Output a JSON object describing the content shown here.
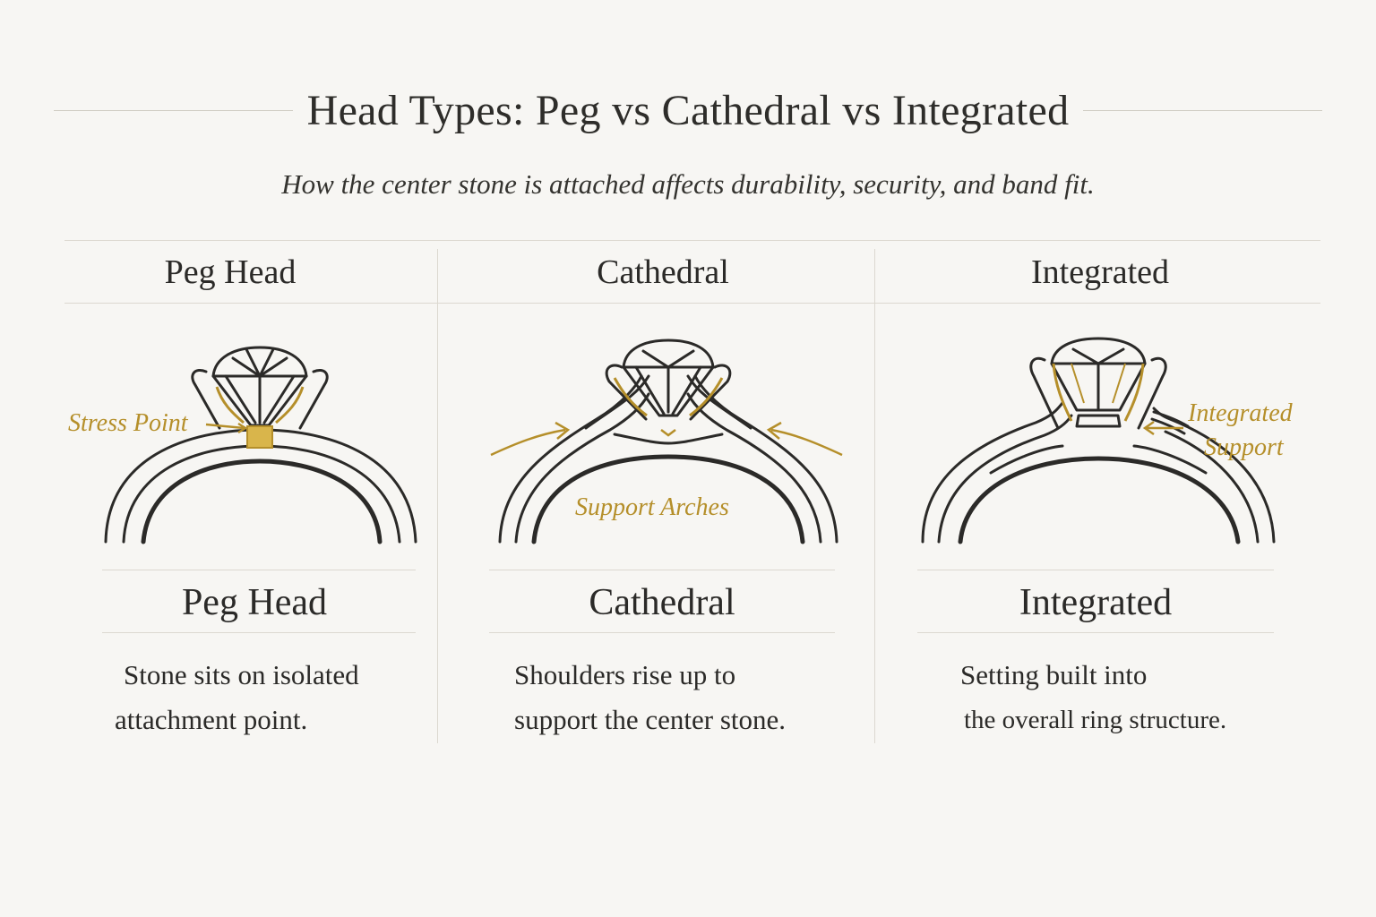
{
  "title": "Head Types: Peg vs Cathedral vs Integrated",
  "subtitle": "How the center stone is attached affects durability, security, and band fit.",
  "colors": {
    "gold": "#b58f2a",
    "ink": "#2b2a28",
    "rule": "#dcd8d0",
    "background": "#f7f6f3"
  },
  "columns": [
    {
      "heading": "Peg Head",
      "subheading": "Peg Head",
      "description_lines": [
        "Stone sits on isolated",
        "attachment point."
      ],
      "callout": "Stress Point"
    },
    {
      "heading": "Cathedral",
      "subheading": "Cathedral",
      "description_lines": [
        "Shoulders rise up to",
        "support the center stone."
      ],
      "callout": "Support Arches"
    },
    {
      "heading": "Integrated",
      "subheading": "Integrated",
      "description_lines": [
        "Setting built into",
        "the overall ring structure."
      ],
      "callout_lines": [
        "Integrated",
        "Support"
      ]
    }
  ]
}
